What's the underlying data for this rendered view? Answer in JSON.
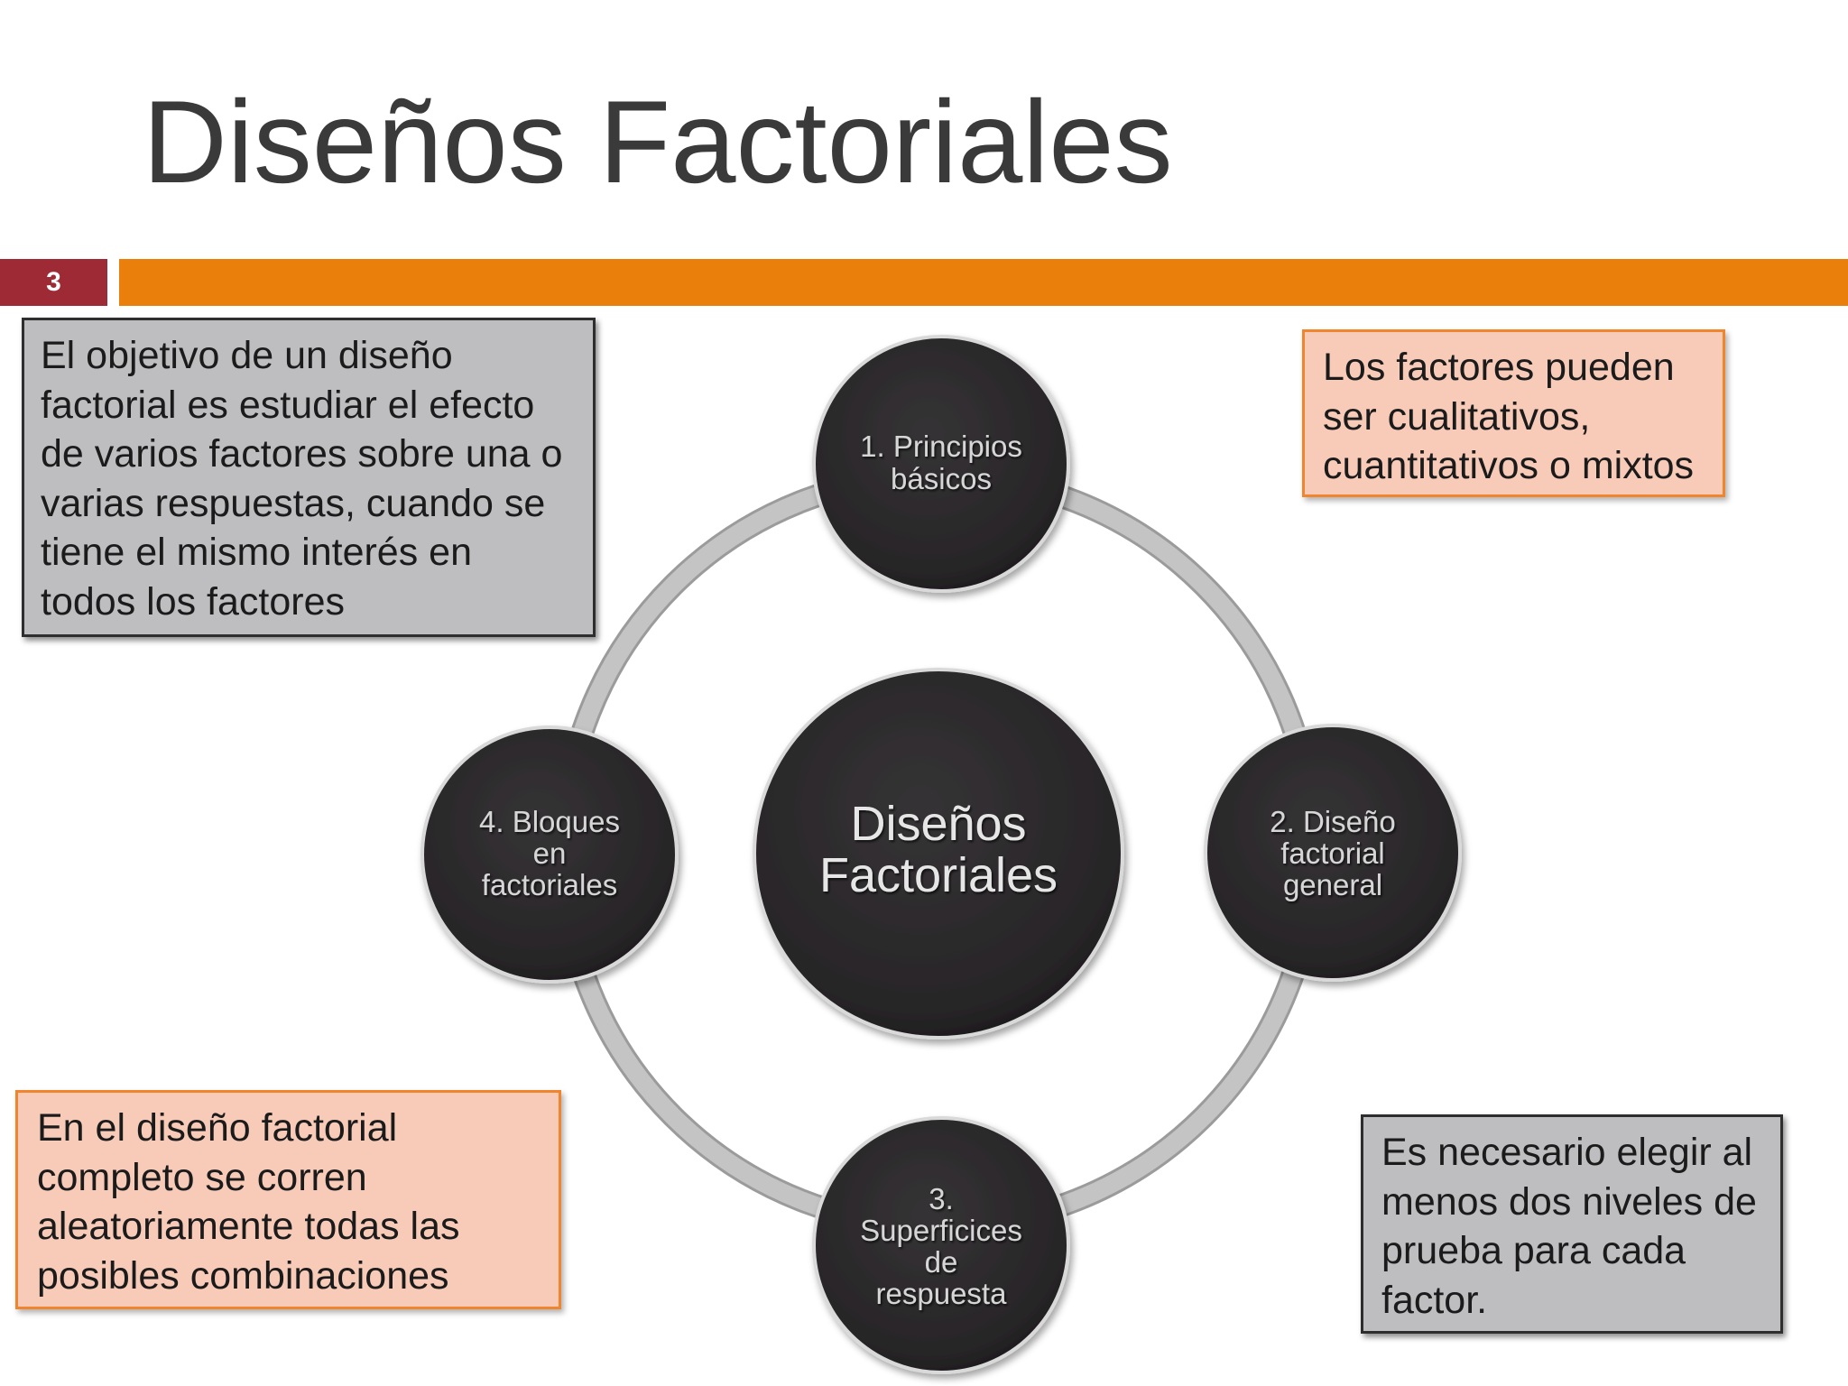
{
  "slide": {
    "title": "Diseños Factoriales",
    "number": "3"
  },
  "diagram": {
    "center_label": [
      "Diseños",
      "Factoriales"
    ],
    "nodes": [
      {
        "id": "principios",
        "lines": [
          "1.  Principios",
          "básicos"
        ]
      },
      {
        "id": "general",
        "lines": [
          "2. Diseño",
          "factorial",
          "general"
        ]
      },
      {
        "id": "superficies",
        "lines": [
          "3.",
          "Superficices",
          "de",
          "respuesta"
        ]
      },
      {
        "id": "bloques",
        "lines": [
          "4. Bloques",
          "en",
          "factoriales"
        ]
      }
    ]
  },
  "notes": {
    "objective": "El objetivo de un diseño factorial es estudiar el efecto de varios factores sobre una o varias respuestas, cuando se tiene el mismo interés en todos los factores",
    "factor_types": "Los factores pueden ser cualitativos, cuantitativos o mixtos",
    "full_design": "En el diseño factorial completo se corren aleatoriamente todas las posibles combinaciones",
    "levels": "Es necesario elegir al menos dos niveles de prueba para cada factor."
  },
  "colors": {
    "title_text": "#3a3a3a",
    "accent_orange": "#ea800b",
    "slide_number_bg": "#9e2a35",
    "node_fill": "#2a282a",
    "ring": "#b6b6b6",
    "gray_box": "#bebdc0",
    "peach_box": "#f7cbb8",
    "peach_border": "#f0852d"
  }
}
